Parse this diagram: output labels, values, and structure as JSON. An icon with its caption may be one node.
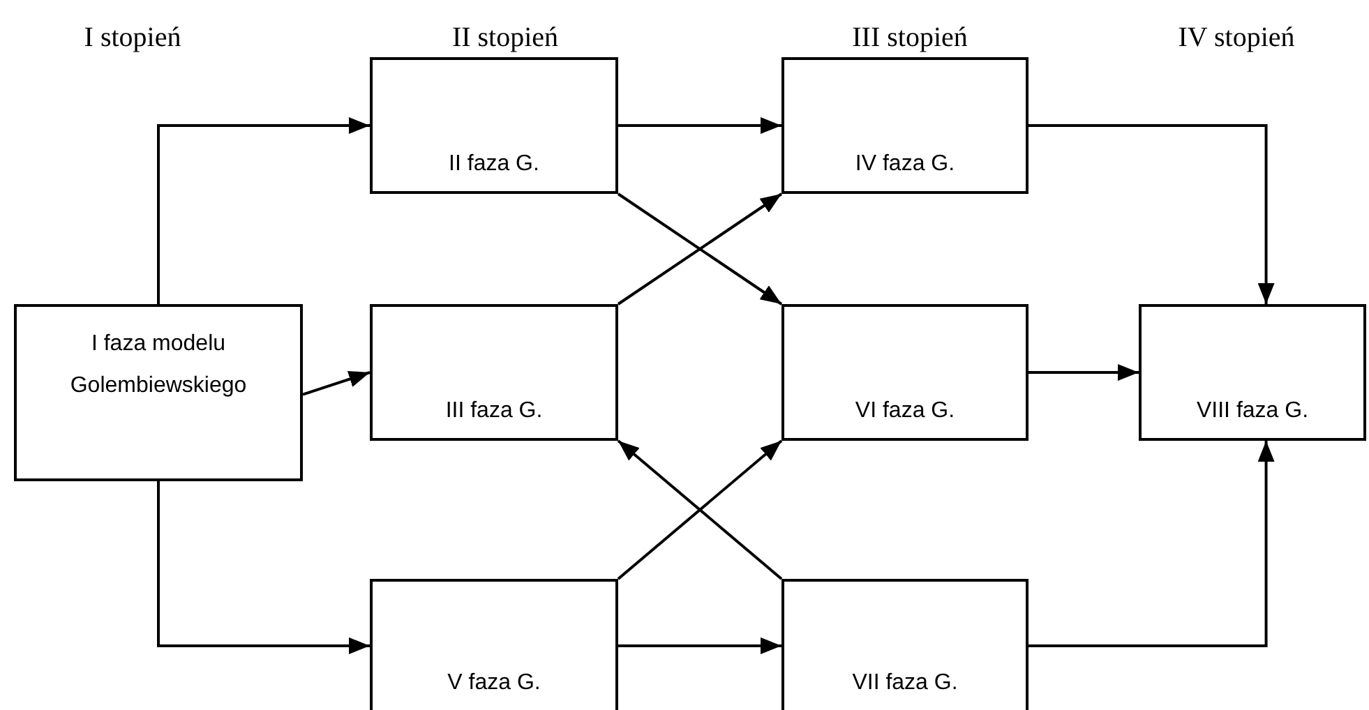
{
  "diagram": {
    "nodes": [
      {
        "text": [
          "I faza modelu Golembiewskiego"
        ]
      },
      {
        "text": [
          "II faza G."
        ]
      },
      {
        "text": [
          "III faza G."
        ]
      },
      {
        "text": [
          "V faza G."
        ]
      },
      {
        "text": [
          "IV faza G."
        ]
      },
      {
        "text": [
          "VI faza G."
        ]
      },
      {
        "text": [
          "VII faza G."
        ]
      },
      {
        "text": [
          "VIII faza G."
        ]
      }
    ],
    "edges": [
      {
        "from": 0,
        "to": 1,
        "arrow": "to"
      },
      {
        "from": 0,
        "to": 2,
        "arrow": "to"
      },
      {
        "from": 0,
        "to": 3,
        "arrow": "to"
      },
      {
        "from": 1,
        "to": 4,
        "arrow": "to"
      },
      {
        "from": 1,
        "to": 5,
        "arrow": "to"
      },
      {
        "from": 2,
        "to": 4,
        "arrow": "to"
      },
      {
        "from": 3,
        "to": 5,
        "arrow": "to"
      },
      {
        "from": 6,
        "to": 2,
        "arrow": "to"
      },
      {
        "from": 3,
        "to": 6,
        "arrow": "to"
      },
      {
        "from": 4,
        "to": 7,
        "arrow": "to"
      },
      {
        "from": 5,
        "to": 7,
        "arrow": "to"
      },
      {
        "from": 6,
        "to": 7,
        "arrow": "to"
      }
    ],
    "labels": [
      "I stopień",
      "II stopień",
      "III stopień",
      "IV stopień"
    ]
  }
}
